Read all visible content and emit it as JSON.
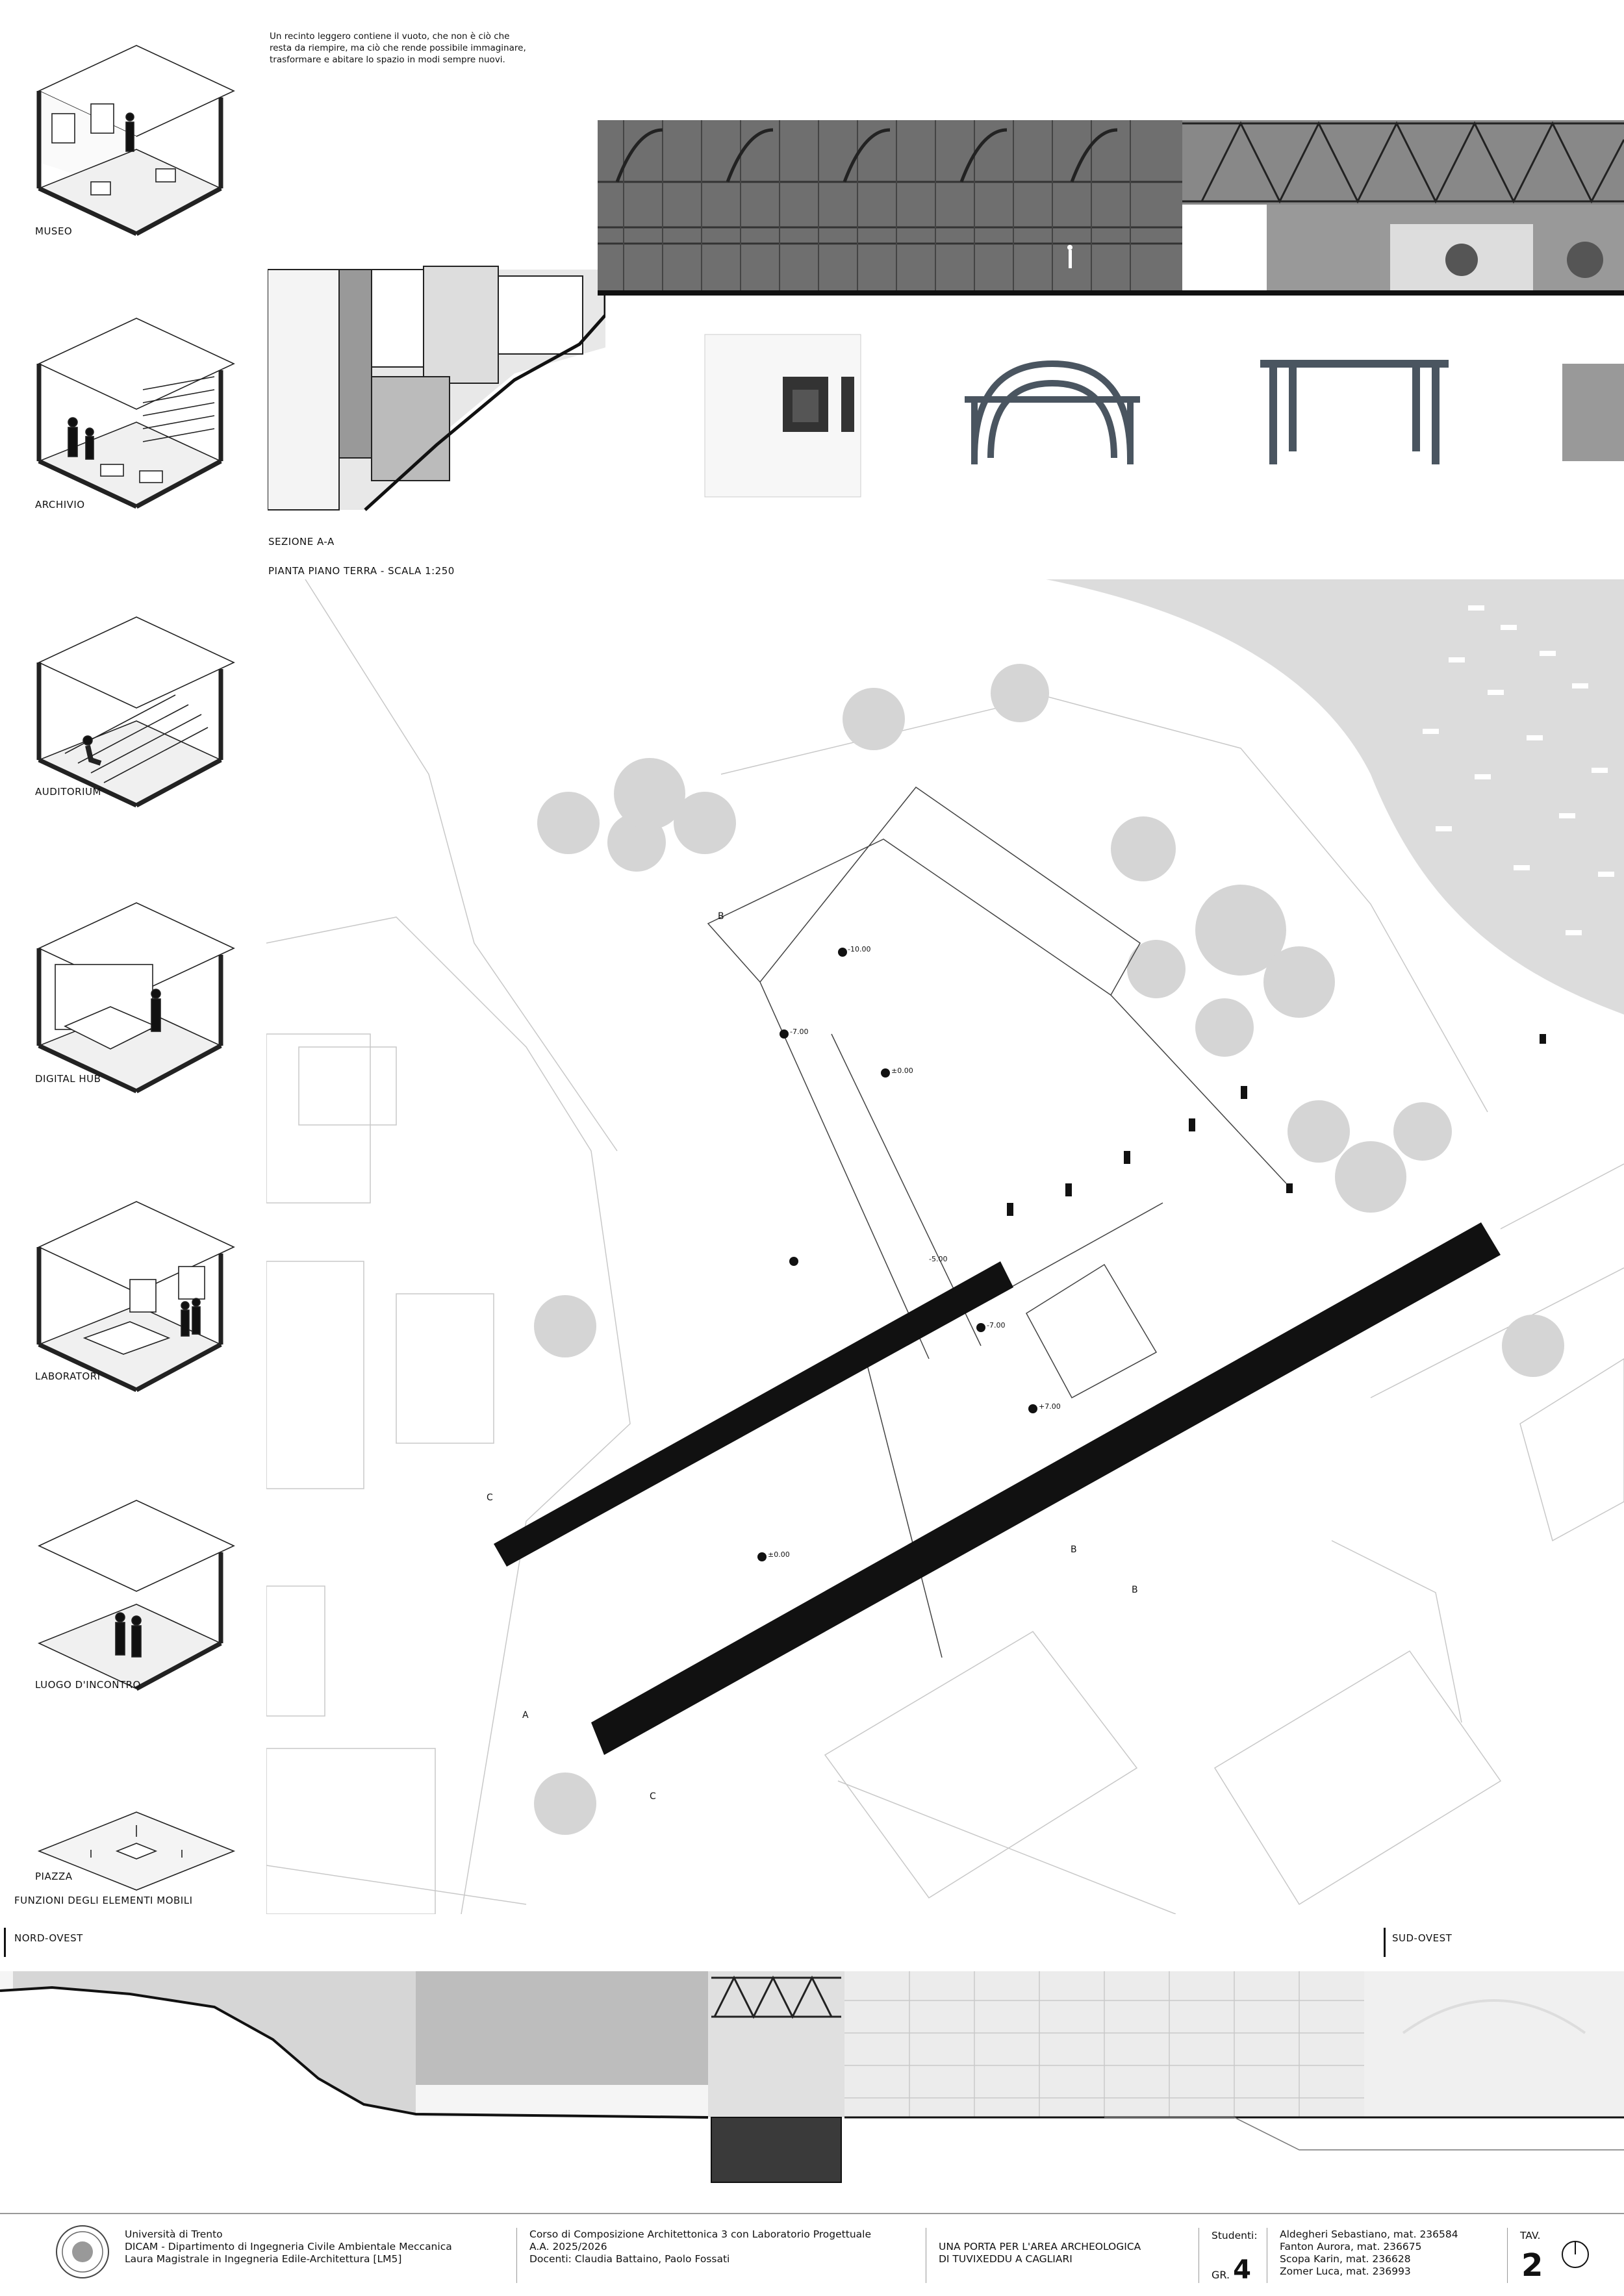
{
  "intro_text": "Un recinto leggero contiene il vuoto, che non è ciò che resta da riempire, ma ciò che rende possibile immaginare, trasformare e abitare lo spazio in modi sempre nuovi.",
  "functions": {
    "title": "FUNZIONI DEGLI ELEMENTI MOBILI",
    "items": [
      {
        "label": "MUSEO"
      },
      {
        "label": "ARCHIVIO"
      },
      {
        "label": "AUDITORIUM"
      },
      {
        "label": "DIGITAL HUB"
      },
      {
        "label": "LABORATORI"
      },
      {
        "label": "LUOGO D'INCONTRO"
      },
      {
        "label": "PIAZZA"
      }
    ]
  },
  "section_aa": {
    "label": "SEZIONE A-A"
  },
  "plan": {
    "label": "PIANTA PIANO TERRA - SCALA 1:250",
    "levels": [
      "-10.00",
      "-7.00",
      "±0.00",
      "-5.00",
      "-7.00",
      "+7.00",
      "±0.00"
    ],
    "cut_markers": [
      "B",
      "B",
      "B",
      "C",
      "C",
      "A"
    ]
  },
  "elevation": {
    "left_label": "NORD-OVEST",
    "right_label": "SUD-OVEST"
  },
  "footer": {
    "university": [
      "Università di Trento",
      "DICAM - Dipartimento di Ingegneria Civile Ambientale Meccanica",
      "Laura Magistrale in Ingegneria Edile-Architettura [LM5]"
    ],
    "course": [
      "Corso di Composizione Architettonica 3 con Laboratorio Progettuale",
      "A.A. 2025/2026",
      "Docenti: Claudia Battaino, Paolo Fossati"
    ],
    "project_title": [
      "UNA PORTA PER L'AREA ARCHEOLOGICA",
      "DI TUVIXEDDU A CAGLIARI"
    ],
    "students_label": "Studenti:",
    "group_prefix": "GR.",
    "group_number": "4",
    "students": [
      "Aldegheri Sebastiano, mat. 236584",
      "Fanton Aurora, mat. 236675",
      "Scopa Karin, mat. 236628",
      "Zomer Luca, mat. 236993"
    ],
    "table_label": "TAV.",
    "table_number": "2"
  }
}
